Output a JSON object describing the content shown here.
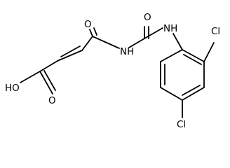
{
  "molecule": {
    "atom_labels": {
      "hydroxyl": "HO",
      "carboxyl_carbonyl_oxygen": "O",
      "amide_carbonyl_oxygen": "O",
      "urea_carbonyl_oxygen": "O",
      "imide_nh": "NH",
      "aryl_amine_nh": "NH",
      "chlorine_ortho": "Cl",
      "chlorine_para": "Cl"
    }
  }
}
